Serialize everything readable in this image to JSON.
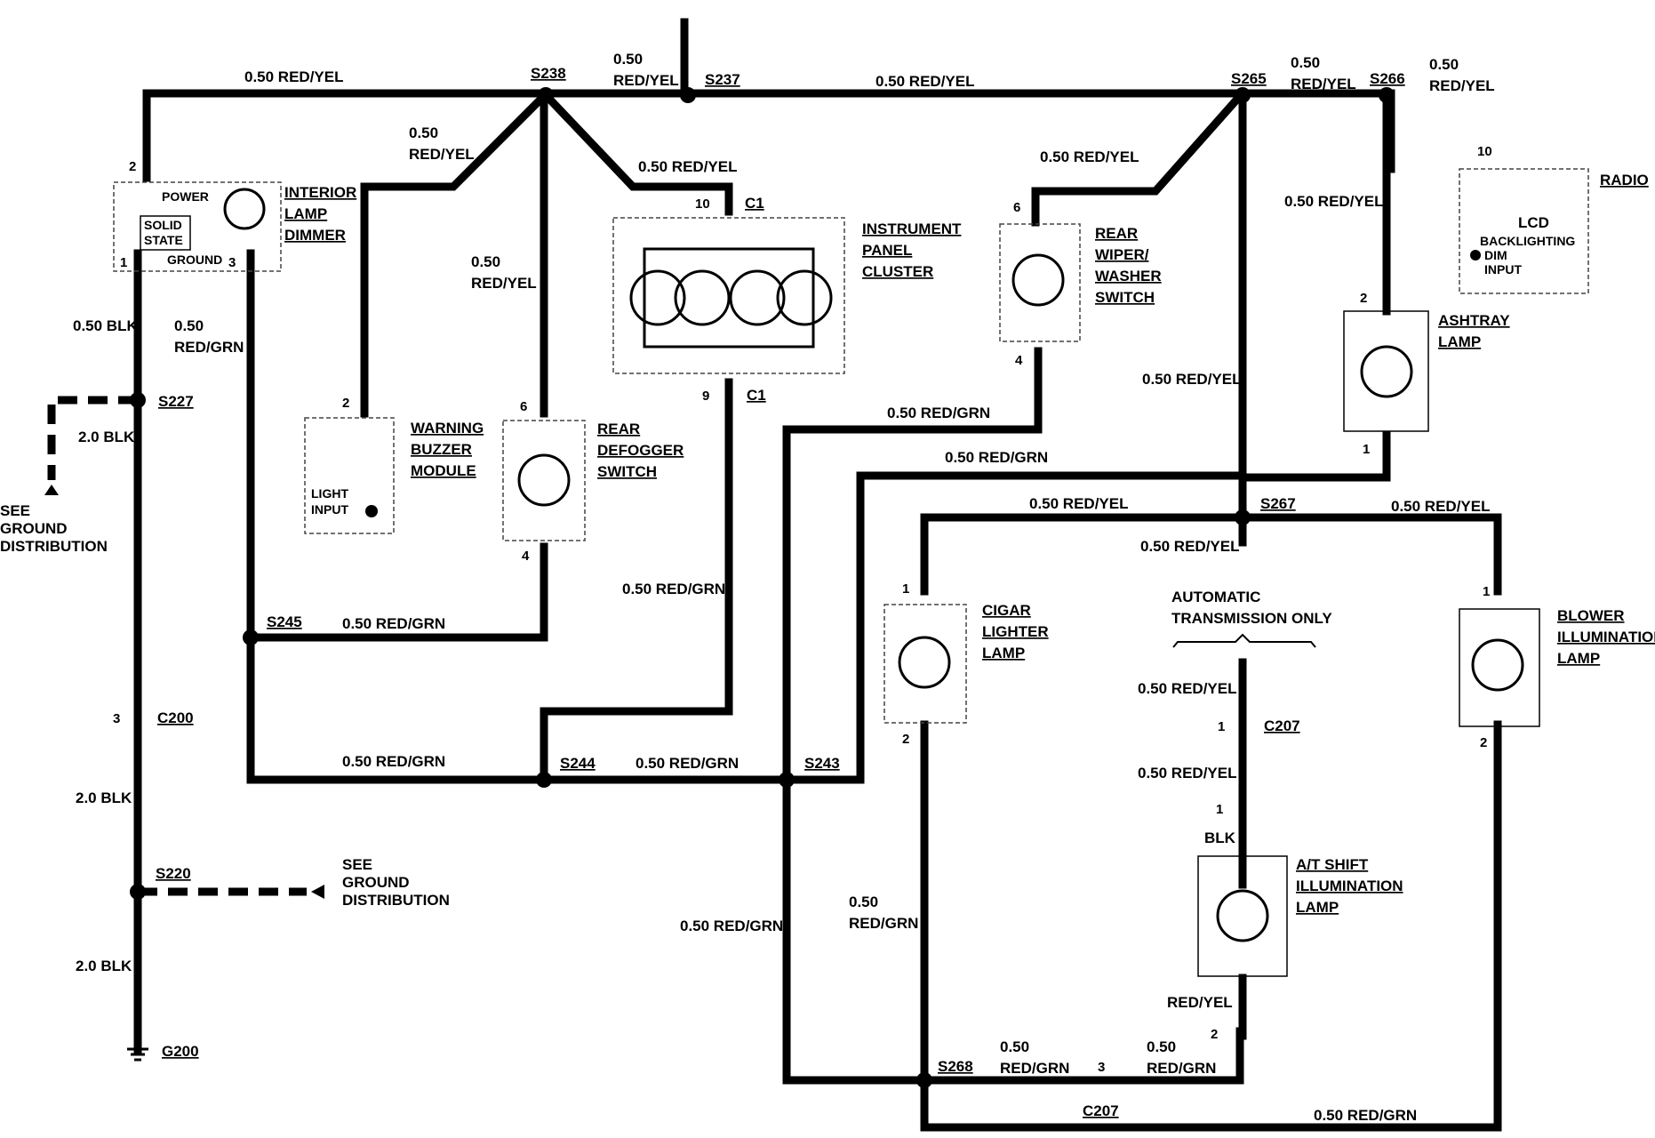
{
  "splices": {
    "s238": "S238",
    "s237": "S237",
    "s265": "S265",
    "s266": "S266",
    "s227": "S227",
    "s245": "S245",
    "s244": "S244",
    "s243": "S243",
    "s220": "S220",
    "s267": "S267",
    "s268": "S268"
  },
  "connectors": {
    "c1": "C1",
    "c200": "C200",
    "c207": "C207",
    "g200": "G200"
  },
  "wires": {
    "red_yel_050": "0.50 RED/YEL",
    "red_grn_050": "0.50 RED/GRN",
    "blk_050": "0.50 BLK",
    "blk_20": "2.0 BLK",
    "gauge_050": "0.50",
    "red_yel": "RED/YEL",
    "red_grn": "RED/GRN",
    "blk": "BLK"
  },
  "components": {
    "interior_lamp_dimmer": [
      "INTERIOR",
      "LAMP",
      "DIMMER"
    ],
    "dimmer_power": "POWER",
    "dimmer_solid": "SOLID",
    "dimmer_state": "STATE",
    "dimmer_ground": "GROUND",
    "warning_buzzer": [
      "WARNING",
      "BUZZER",
      "MODULE"
    ],
    "buzzer_light": "LIGHT",
    "buzzer_input": "INPUT",
    "rear_defogger": [
      "REAR",
      "DEFOGGER",
      "SWITCH"
    ],
    "instrument_cluster": [
      "INSTRUMENT",
      "PANEL",
      "CLUSTER"
    ],
    "rear_wiper": [
      "REAR",
      "WIPER/",
      "WASHER",
      "SWITCH"
    ],
    "radio": "RADIO",
    "radio_lcd": "LCD",
    "radio_backlighting": "BACKLIGHTING",
    "radio_dim": "DIM",
    "radio_input": "INPUT",
    "ashtray_lamp": [
      "ASHTRAY",
      "LAMP"
    ],
    "cigar_lighter": [
      "CIGAR",
      "LIGHTER",
      "LAMP"
    ],
    "blower_illum": [
      "BLOWER",
      "ILLUMINATION",
      "LAMP"
    ],
    "at_shift": [
      "A/T SHIFT",
      "ILLUMINATION",
      "LAMP"
    ],
    "auto_trans": [
      "AUTOMATIC",
      "TRANSMISSION ONLY"
    ]
  },
  "notes": {
    "see_ground_1": [
      "SEE",
      "GROUND",
      "DISTRIBUTION"
    ],
    "see_ground_2": [
      "SEE",
      "GROUND",
      "DISTRIBUTION"
    ]
  },
  "pins": {
    "p1": "1",
    "p2": "2",
    "p3": "3",
    "p4": "4",
    "p6": "6",
    "p9": "9",
    "p10": "10"
  }
}
